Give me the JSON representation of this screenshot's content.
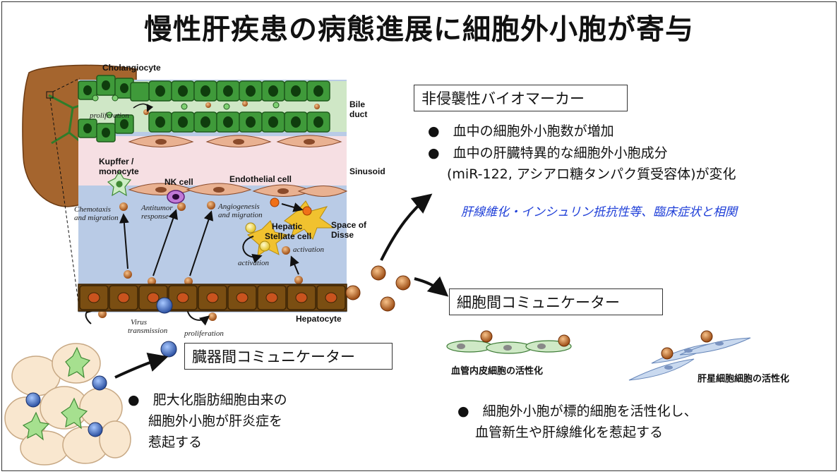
{
  "title": "慢性肝疾患の病態進展に細胞外小胞が寄与",
  "diagram_labels": {
    "cholangiocyte": "Cholangiocyte",
    "bile_duct_1": "Bile",
    "bile_duct_2": "duct",
    "sinusoid": "Sinusoid",
    "kupffer_1": "Kupffer /",
    "kupffer_2": "monocyte",
    "nk_cell": "NK cell",
    "endothelial_cell": "Endothelial cell",
    "space_of_disse_1": "Space of",
    "space_of_disse_2": "Disse",
    "hepatic_stellate_1": "Hepatic",
    "hepatic_stellate_2": "Stellate cell",
    "hepatocyte": "Hepatocyte",
    "proliferation_top": "proliferation",
    "chemotaxis_1": "Chemotaxis",
    "chemotaxis_2": "and migration",
    "antitumor_1": "Antitumor",
    "antitumor_2": "response",
    "angiogenesis_1": "Angiogenesis",
    "angiogenesis_2": "and migration",
    "activation_right": "activation",
    "activation_left": "activation",
    "virus_1": "Virus",
    "virus_2": "transmission",
    "proliferation_bottom": "proliferation"
  },
  "biomarker": {
    "heading": "非侵襲性バイオマーカー",
    "bullet_1": "●　血中の細胞外小胞数が増加",
    "bullet_2": "●　血中の肝臓特異的な細胞外小胞成分",
    "bullet_2b": "(miR-122, アシアロ糖タンパク質受容体)が変化",
    "note": "肝線維化・インシュリン抵抗性等、臨床症状と相関"
  },
  "intercellular": {
    "heading": "細胞間コミュニケーター",
    "endothelial_label": "血管内皮細胞の活性化",
    "stellate_label": "肝星細胞細胞の活性化",
    "bullet_1": "●　細胞外小胞が標的細胞を活性化し、",
    "bullet_2": "血管新生や肝線維化を惹起する"
  },
  "interorgan": {
    "heading": "臓器間コミュニケーター",
    "bullet_1": "●　肥大化脂肪細胞由来の",
    "bullet_2": "細胞外小胞が肝炎症を",
    "bullet_3": "惹起する"
  },
  "colors": {
    "bile_green": "#3f9a3a",
    "sinusoid_pink": "#f6dfe3",
    "liver_tissue_blue": "#b9cbe6",
    "hepatocyte_brown": "#7a4e12",
    "vesicle_orange": "#e9822a",
    "note_blue": "#1f3fd8"
  }
}
